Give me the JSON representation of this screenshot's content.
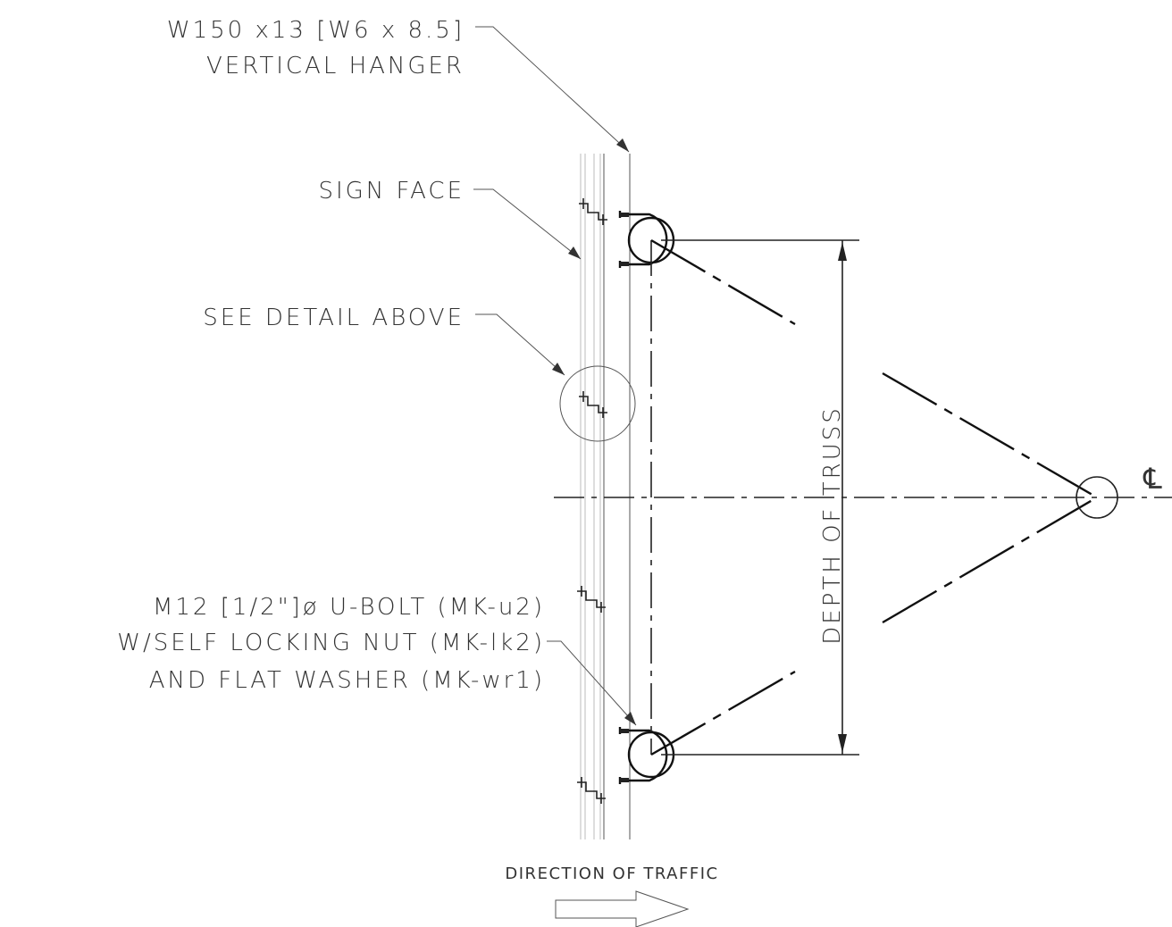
{
  "labels": {
    "hanger_line1": "W150 x13 [W6 x 8.5]",
    "hanger_line2": "VERTICAL HANGER",
    "sign_face": "SIGN FACE",
    "see_detail": "SEE DETAIL ABOVE",
    "ubolt_line1": "M12 [1/2\"]ø U-BOLT (MK-u2)",
    "ubolt_line2": "W/SELF LOCKING NUT (MK-lk2)",
    "ubolt_line3": "AND FLAT WASHER (MK-wr1)",
    "depth_of_truss": "DEPTH OF TRUSS",
    "centerline": "℄",
    "direction_of_traffic": "DIRECTION OF TRAFFIC"
  }
}
